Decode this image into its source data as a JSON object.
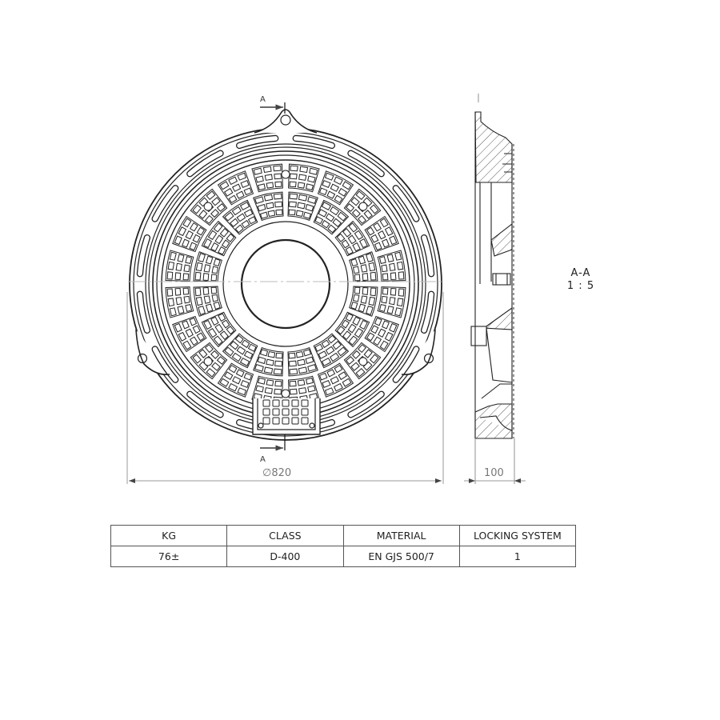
{
  "drawing": {
    "section_marker_top": "A",
    "section_marker_bottom": "A",
    "section_view": {
      "title": "A-A",
      "scale": "1 : 5"
    },
    "dimensions": {
      "diameter": "∅820",
      "depth": "100"
    }
  },
  "spec_table": {
    "headers": [
      "KG",
      "CLASS",
      "MATERIAL",
      "LOCKING SYSTEM"
    ],
    "rows": [
      [
        "76±",
        "D-400",
        "EN GJS 500/7",
        "1"
      ]
    ]
  },
  "colors": {
    "line": "#222222",
    "dimension_line": "#9a9a9a",
    "centerline": "#bbbbbb"
  }
}
